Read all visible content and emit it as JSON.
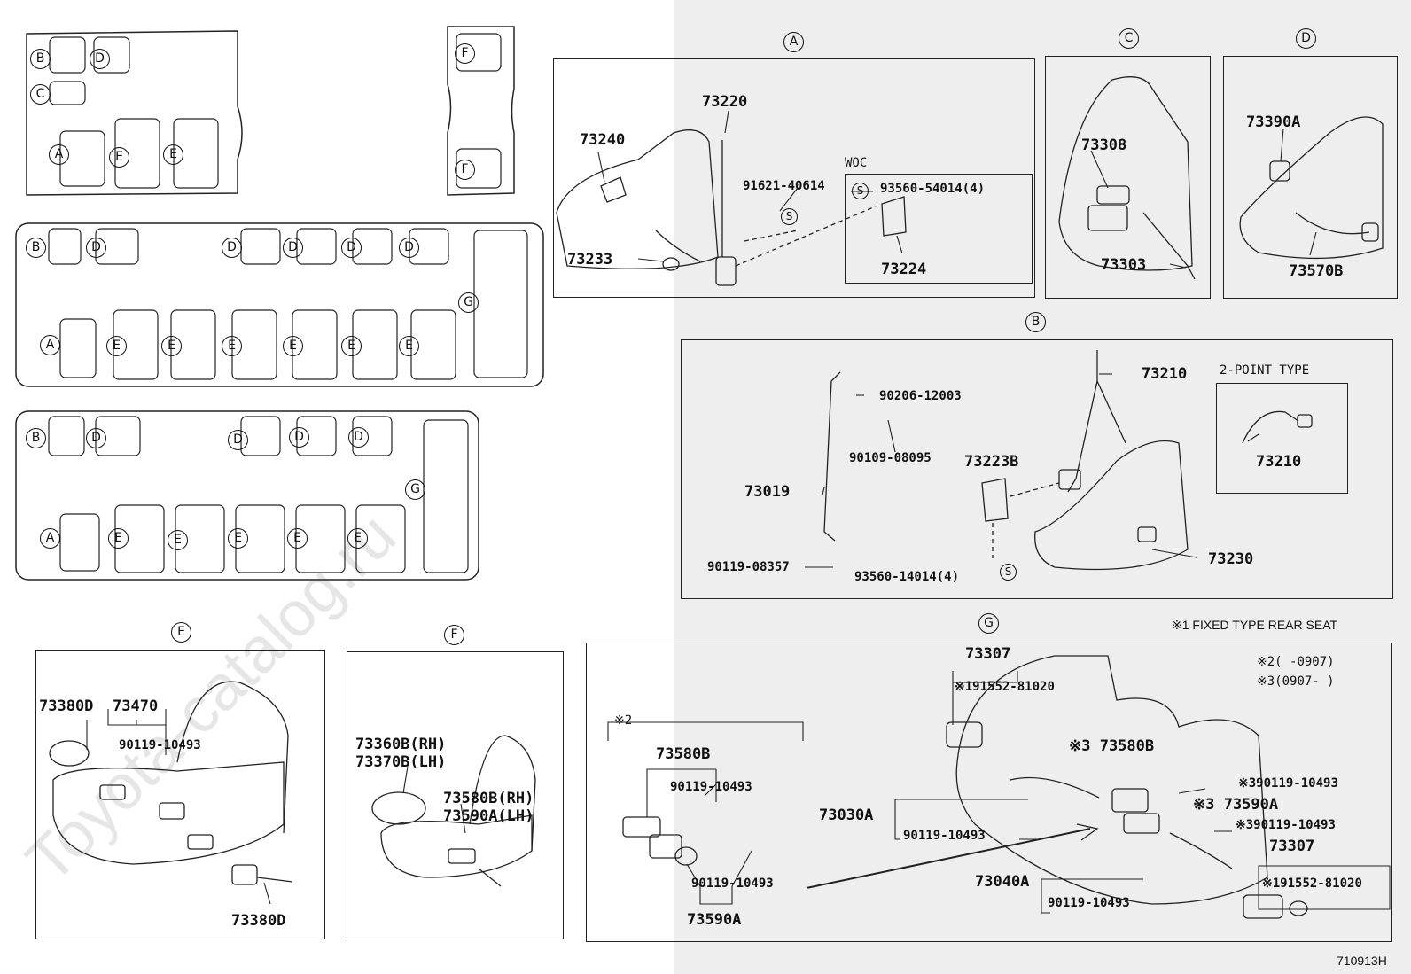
{
  "legend": {
    "note1": "※1 FIXED TYPE REAR SEAT",
    "note2": "※2(      -0907)",
    "note3": "※3(0907-      )"
  },
  "drawing_id": "710913H",
  "watermark": "Toyota-catalog.ru",
  "section_markers": {
    "A": "A",
    "B": "B",
    "C": "C",
    "D": "D",
    "E": "E",
    "F": "F",
    "G": "G",
    "S": "S"
  },
  "panel_A": {
    "p73220": "73220",
    "p73240": "73240",
    "p91621": "91621-40614",
    "woc": "WOC",
    "p93560_54014": "93560-54014(4)",
    "p73233": "73233",
    "p73224": "73224"
  },
  "panel_B": {
    "p73210": "73210",
    "two_point": "2-POINT TYPE",
    "p73210b": "73210",
    "p90206": "90206-12003",
    "p90109": "90109-08095",
    "p73223B": "73223B",
    "p73019": "73019",
    "p90119_08357": "90119-08357",
    "p93560_14014": "93560-14014(4)",
    "p73230": "73230"
  },
  "panel_C": {
    "p73308": "73308",
    "p73303": "73303"
  },
  "panel_D": {
    "p73390A": "73390A",
    "p73570B": "73570B"
  },
  "panel_E": {
    "p73380D": "73380D",
    "p73470": "73470",
    "p90119": "90119-10493",
    "p73380D_b": "73380D"
  },
  "panel_F": {
    "p73360B": "73360B(RH)",
    "p73370B": "73370B(LH)",
    "p73580B": "73580B(RH)",
    "p73590A": "73590A(LH)"
  },
  "panel_G": {
    "mark2": "※2",
    "p73580B_l": "73580B",
    "p90119_a": "90119-10493",
    "p90119_b": "90119-10493",
    "p73590A_l": "73590A",
    "p73307_t": "73307",
    "p191552_t": "※191552-81020",
    "p73030A": "73030A",
    "p90119_c": "90119-10493",
    "p73580B_r": "※3 73580B",
    "p90119_d": "※390119-10493",
    "p73590A_r": "※3 73590A",
    "p90119_e": "※390119-10493",
    "p73307_b": "73307",
    "p191552_b": "※191552-81020",
    "p73040A": "73040A",
    "p90119_f": "90119-10493"
  },
  "overview": {
    "cab_small_letters": [
      "B",
      "D",
      "C",
      "A",
      "E",
      "E"
    ],
    "cab_right_letters": [
      "F",
      "F"
    ],
    "row2_top": [
      "B",
      "D",
      "D",
      "D",
      "D",
      "D"
    ],
    "row2_bottom": [
      "A",
      "E",
      "E",
      "E",
      "E",
      "E",
      "E"
    ],
    "row2_side": "G",
    "row3_top": [
      "B",
      "D",
      "D",
      "D",
      "D"
    ],
    "row3_bottom": [
      "A",
      "E",
      "E",
      "E",
      "E",
      "E"
    ],
    "row3_side": "G"
  }
}
